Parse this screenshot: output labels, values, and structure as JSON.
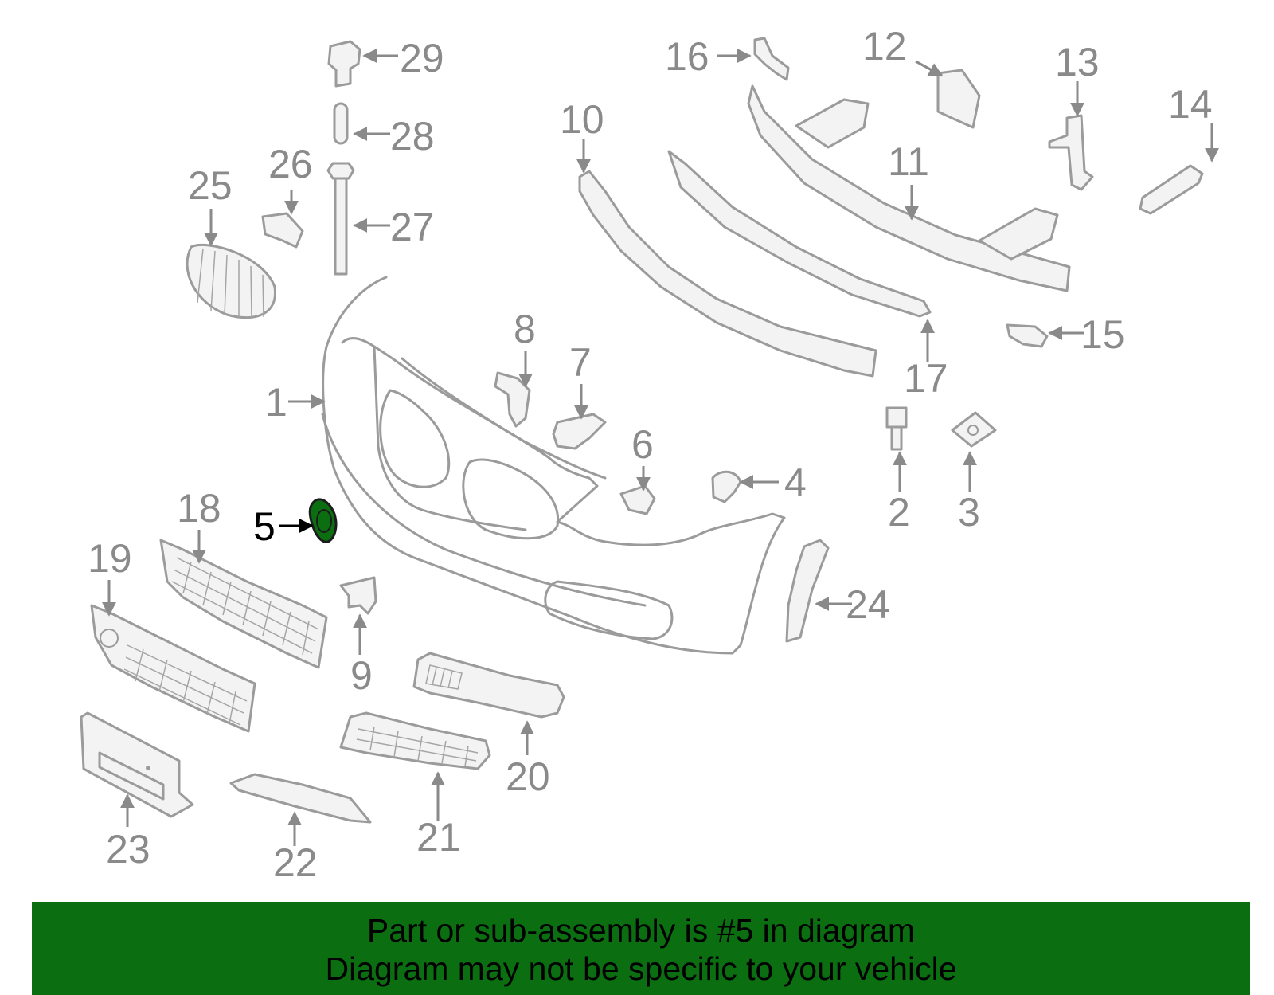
{
  "diagram": {
    "highlighted_part": "5",
    "callouts": [
      "1",
      "2",
      "3",
      "4",
      "5",
      "6",
      "7",
      "8",
      "9",
      "10",
      "11",
      "12",
      "13",
      "14",
      "15",
      "16",
      "17",
      "18",
      "19",
      "20",
      "21",
      "22",
      "23",
      "24",
      "25",
      "26",
      "27",
      "28",
      "29"
    ]
  },
  "banner": {
    "line1": "Part or sub-assembly is #5 in diagram",
    "line2": "Diagram may not be specific to your vehicle",
    "color": "#0b6e11"
  }
}
